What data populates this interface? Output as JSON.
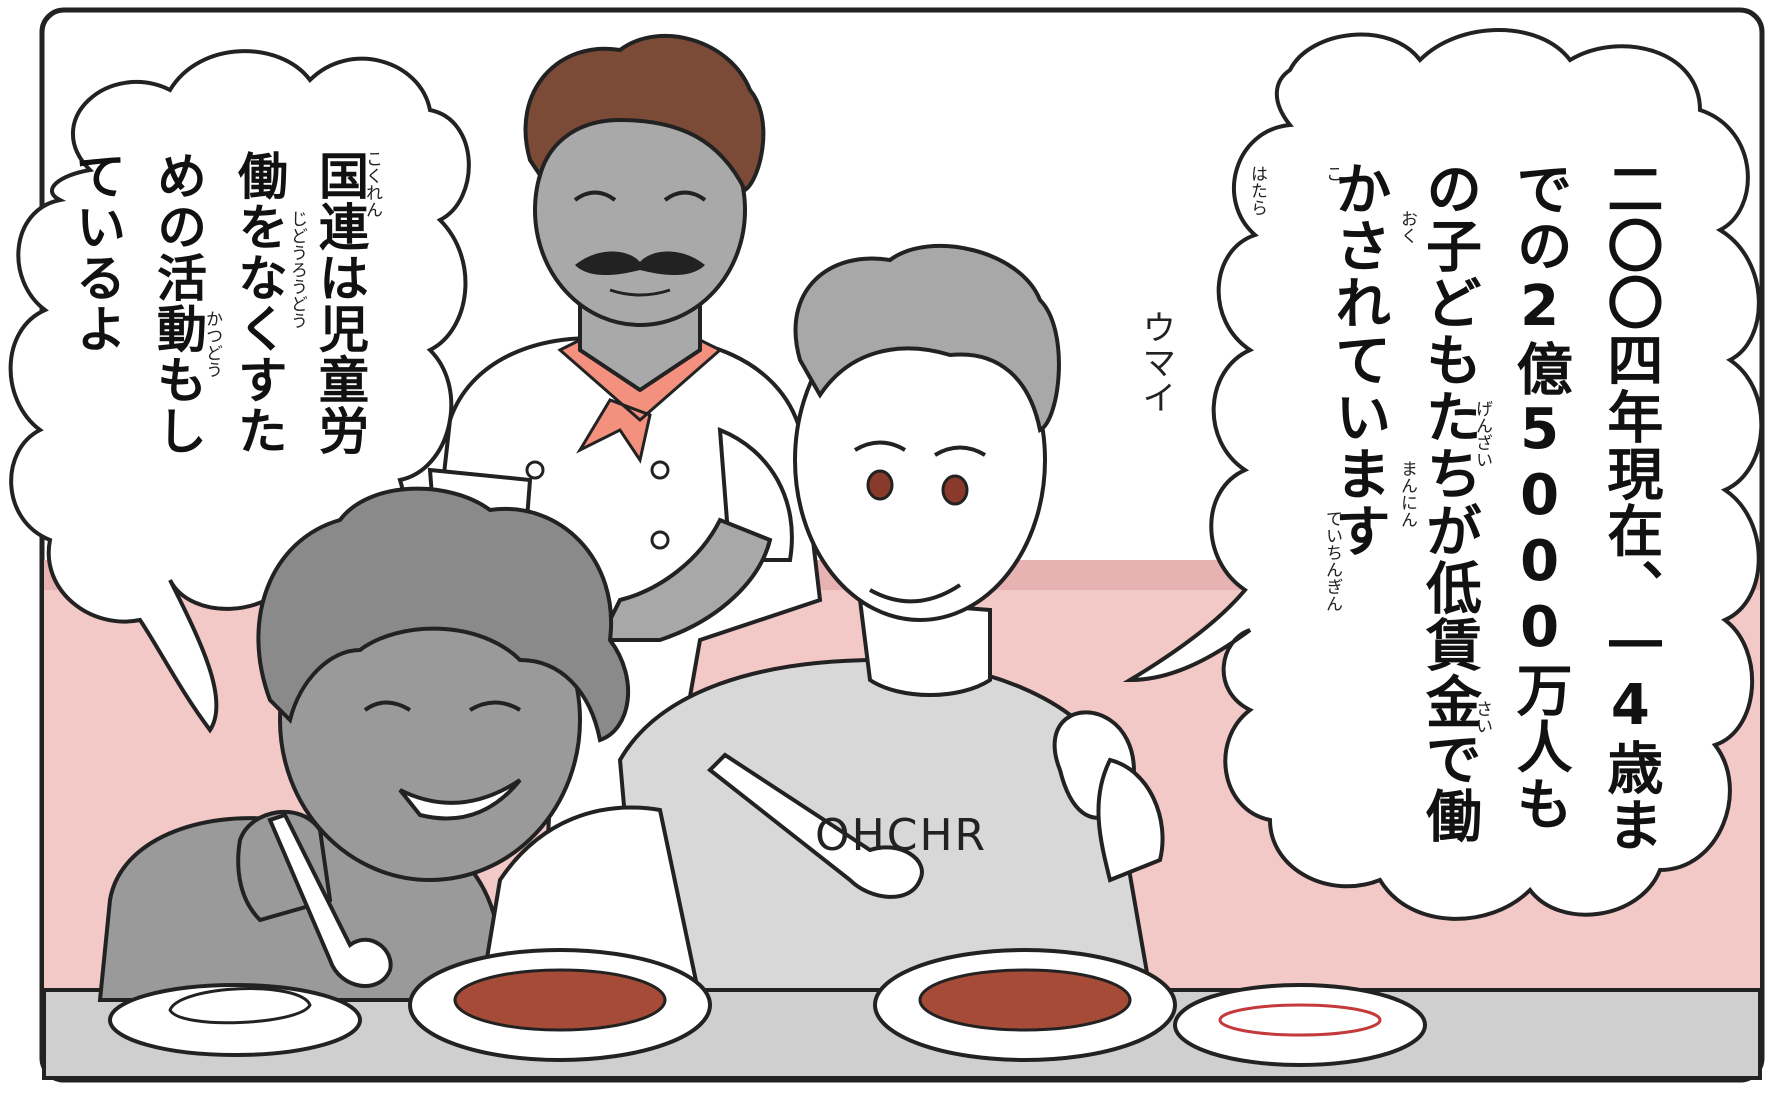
{
  "left_bubble": {
    "text": "国連は児童労働をなくすための活動もしているよ",
    "furigana": [
      "こくれん",
      "じどうろうどう",
      "かつどう"
    ]
  },
  "right_bubble": {
    "text": "二〇〇四年現在、一4歳までの2億5000万人もの子どもたちが低賃金で働かされています",
    "furigana": [
      "げんざい",
      "さい",
      "おく",
      "まんにん",
      "こ",
      "ていちんぎん",
      "はたら"
    ]
  },
  "sfx": {
    "text": "ウマイ"
  },
  "shirt": {
    "text": "OHCHR"
  },
  "colors": {
    "wall_pink": "#f2c4c4",
    "counter_gray": "#c8c8c8",
    "skin_gray": "#9c9c9c",
    "hair_brown": "#7a4a36",
    "scarf_salmon": "#f08c7a",
    "soup_brown": "#a44a36"
  }
}
